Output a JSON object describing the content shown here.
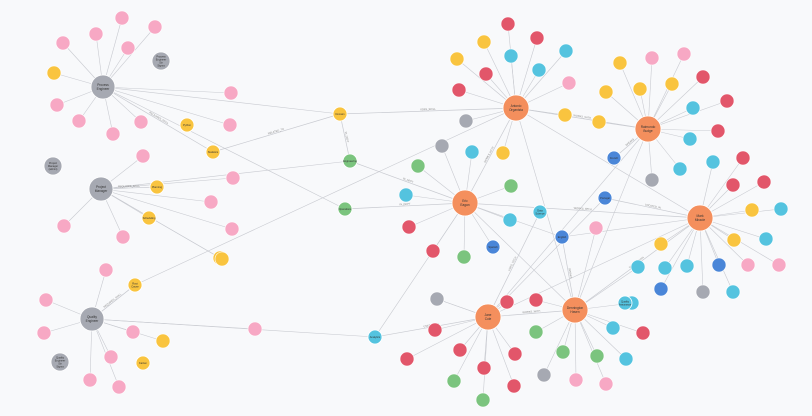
{
  "colors": {
    "Person": "#f7a8c4",
    "Role": "#a6a9b2",
    "Skill": "#f9c43f",
    "Project": "#f48f5d",
    "Employee": "#f48f5d",
    "Tech": "#54c3df",
    "Team": "#e2566a",
    "Dept": "#7bc47e",
    "Office": "#4a86d8",
    "edge": "#c9cbd1"
  },
  "graph": {
    "nodes": [
      {
        "id": "role_pe",
        "label": "Process Engineer",
        "type": "Role"
      },
      {
        "id": "role_pm",
        "label": "Project Manager",
        "type": "Role"
      },
      {
        "id": "role_qe",
        "label": "Quality Engineer",
        "type": "Role"
      },
      {
        "id": "role_pe2",
        "label": "Process Engineer Six Sigma",
        "type": "Role"
      },
      {
        "id": "role_pm2",
        "label": "Project Manager (admin)",
        "type": "Role"
      },
      {
        "id": "role_qe2",
        "label": "Quality Engineer Six Sigma",
        "type": "Role"
      },
      {
        "id": "p_ao",
        "label": "Antonio Organista",
        "type": "Project"
      },
      {
        "id": "p_rb",
        "label": "Raimundo Budge",
        "type": "Project"
      },
      {
        "id": "p_ee",
        "label": "Eric Eagan",
        "type": "Project"
      },
      {
        "id": "p_mm",
        "label": "Mark Miracle",
        "type": "Project"
      },
      {
        "id": "p_jc",
        "label": "Jane Cole",
        "type": "Project"
      },
      {
        "id": "p_dn",
        "label": "Dennington Haven",
        "type": "Project"
      },
      {
        "id": "sk_de",
        "label": "Domain",
        "type": "Skill"
      },
      {
        "id": "sk_py",
        "label": "Python",
        "type": "Skill"
      },
      {
        "id": "sk_sk1",
        "label": "Statistics",
        "type": "Skill"
      },
      {
        "id": "sk_sk2",
        "label": "Planning",
        "type": "Skill"
      },
      {
        "id": "sk_sk3",
        "label": "Scheduling",
        "type": "Skill"
      },
      {
        "id": "sk_sk4",
        "label": "Root Cause",
        "type": "Skill"
      },
      {
        "id": "sk_sk5",
        "label": "Kaizen",
        "type": "Skill"
      },
      {
        "id": "d_eng",
        "label": "Engineering",
        "type": "Dept"
      },
      {
        "id": "d_ops",
        "label": "Operations",
        "type": "Dept"
      },
      {
        "id": "t_ana",
        "label": "Analytics",
        "type": "Tech"
      },
      {
        "id": "t_dat",
        "label": "Data Science",
        "type": "Tech"
      },
      {
        "id": "t_qa",
        "label": "Quality Assurance",
        "type": "Tech"
      },
      {
        "id": "o_port",
        "label": "Portugal",
        "type": "Office"
      },
      {
        "id": "o_eng",
        "label": "English",
        "type": "Office"
      },
      {
        "id": "o_fr",
        "label": "French",
        "type": "Office"
      },
      {
        "id": "o_sp",
        "label": "Spanish",
        "type": "Office"
      }
    ],
    "edges": [
      {
        "from": "role_pe",
        "to": "sk_sk1",
        "label": "REQUIRES_SKILL"
      },
      {
        "from": "role_pm",
        "to": "sk_sk2",
        "label": "REQUIRES_SKILL"
      },
      {
        "from": "role_qe",
        "to": "sk_sk4",
        "label": "REQUIRES_SKILL"
      },
      {
        "from": "sk_sk1",
        "to": "sk_de",
        "label": "RELATED_TO"
      },
      {
        "from": "sk_de",
        "to": "p_ao",
        "label": "USES_SKILL"
      },
      {
        "from": "sk_de",
        "to": "d_eng",
        "label": "IN_DEPT"
      },
      {
        "from": "d_eng",
        "to": "p_ee",
        "label": "IN_DEPT"
      },
      {
        "from": "d_ops",
        "to": "p_ee",
        "label": "IN_DEPT"
      },
      {
        "from": "t_ana",
        "to": "p_jc",
        "label": "USES_TECH"
      },
      {
        "from": "t_dat",
        "to": "p_jc",
        "label": "USES_TECH"
      },
      {
        "from": "p_ao",
        "to": "p_rb",
        "label": "WORKS_WITH"
      },
      {
        "from": "p_ao",
        "to": "p_ee",
        "label": "WORKS_WITH"
      },
      {
        "from": "p_ee",
        "to": "p_mm",
        "label": "WORKS_WITH"
      },
      {
        "from": "p_jc",
        "to": "p_dn",
        "label": "WORKS_WITH"
      },
      {
        "from": "p_dn",
        "to": "p_mm",
        "label": "WORKS_WITH"
      },
      {
        "from": "o_port",
        "to": "p_mm",
        "label": "LOCATED_IN"
      },
      {
        "from": "o_eng",
        "to": "p_dn",
        "label": "SPEAKS"
      },
      {
        "from": "o_fr",
        "to": "p_rb",
        "label": "SPEAKS"
      }
    ]
  }
}
